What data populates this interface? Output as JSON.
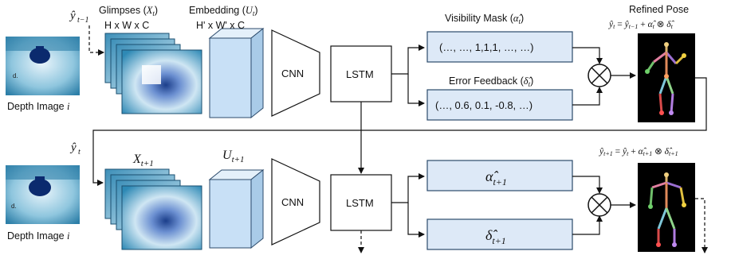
{
  "labels": {
    "depth_image_top": "Depth Image i",
    "depth_image_bottom": "Depth Image i",
    "y_prev": "ŷt−1",
    "y_t": "ŷt",
    "glimpses": "Glimpses (Xt)",
    "glimpses_dims": "H x W x C",
    "embedding": "Embedding (Ut)",
    "embedding_dims": "H' x W' x C",
    "x_next": "Xt+1",
    "u_next": "Ut+1",
    "cnn_top": "CNN",
    "cnn_bottom": "CNN",
    "lstm_top": "LSTM",
    "lstm_bottom": "LSTM",
    "visibility_mask": "Visibility Mask (α̂t)",
    "visibility_values": "(…, …, 1,1,1, …, …)",
    "error_feedback": "Error Feedback (δ̂t)",
    "error_values": "(…, 0.6, 0.1, -0.8, …)",
    "alpha_next": "α̂t+1",
    "delta_next": "δ̂t+1",
    "refined_pose": "Refined Pose",
    "eq_top": "ŷt = ŷt−1 + α̂t ⊗ δ̂t",
    "eq_bottom": "ŷt+1 = ŷt + α̂t+1 ⊗ δ̂t+1",
    "otimes": "⊗"
  },
  "colors": {
    "box_fill": "#dde9f7",
    "box_stroke": "#2b4a6b",
    "embed_fill": "#c8e0f6",
    "pose_bg": "#000000"
  }
}
